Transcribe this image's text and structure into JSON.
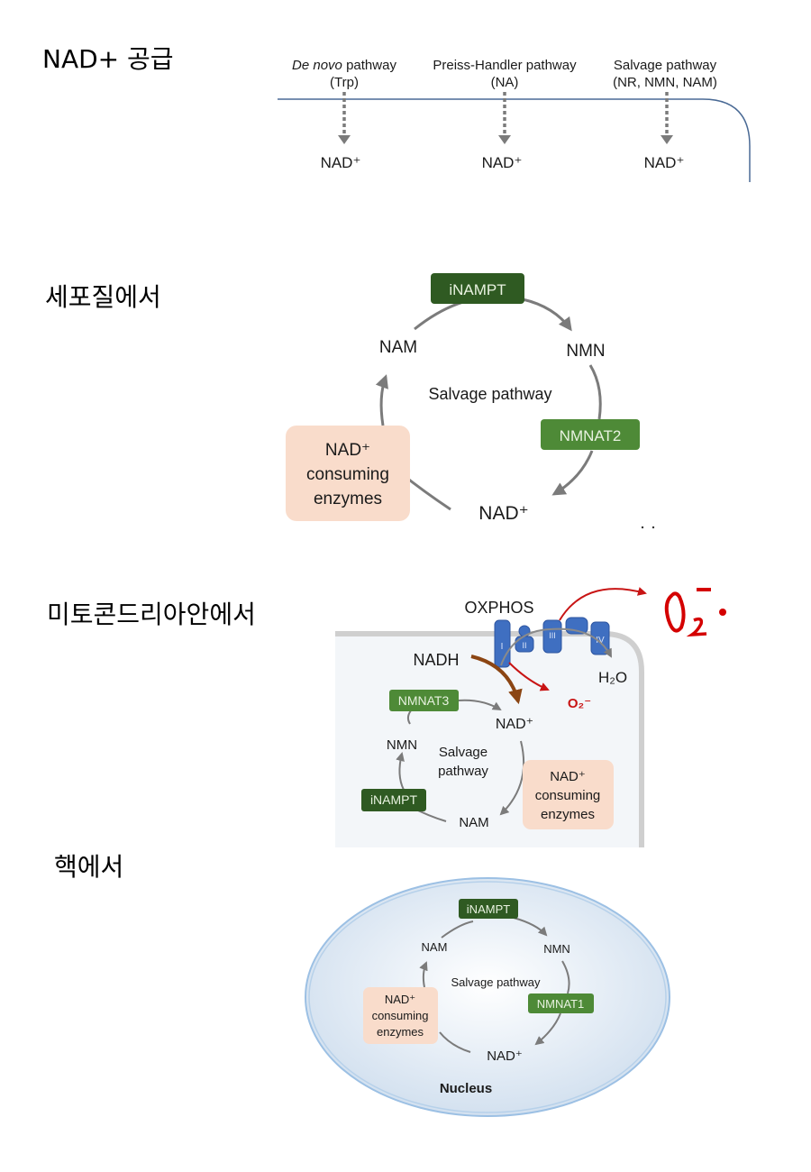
{
  "headings": {
    "supply": "NAD+ 공급",
    "cytoplasm": "세포질에서",
    "mitochondria": "미토콘드리아안에서",
    "nucleus": "핵에서"
  },
  "supply_panel": {
    "pathways": [
      {
        "name_italic": "De novo",
        "name_rest": " pathway",
        "source": "(Trp)",
        "product": "NAD⁺"
      },
      {
        "name_italic": "",
        "name_rest": "Preiss-Handler pathway",
        "source": "(NA)",
        "product": "NAD⁺"
      },
      {
        "name_italic": "",
        "name_rest": "Salvage pathway",
        "source": "(NR, NMN, NAM)",
        "product": "NAD⁺"
      }
    ],
    "colors": {
      "membrane": "#4a6a95",
      "arrow": "#7b7b7b"
    }
  },
  "cytoplasm_panel": {
    "center_label": "Salvage pathway",
    "enzyme_top": "iNAMPT",
    "enzyme_right": "NMNAT2",
    "nodes": {
      "nam": "NAM",
      "nmn": "NMN",
      "nad": "NAD⁺"
    },
    "consuming": [
      "NAD⁺",
      "consuming",
      "enzymes"
    ]
  },
  "mito_panel": {
    "oxphos_label": "OXPHOS",
    "complexes": [
      "I",
      "II",
      "III",
      "IV"
    ],
    "nadh": "NADH",
    "water": "H₂O",
    "superoxide": "O₂⁻",
    "handwritten_note": "O₂⁻•",
    "enzyme_top": "NMNAT3",
    "enzyme_bottom": "iNAMPT",
    "center_label": [
      "Salvage",
      "pathway"
    ],
    "nodes": {
      "nmn": "NMN",
      "nad": "NAD⁺",
      "nam": "NAM"
    },
    "consuming": [
      "NAD⁺",
      "consuming",
      "enzymes"
    ],
    "colors": {
      "complex": "#3f6fc1",
      "ros": "#c81414",
      "nadh_arrow": "#8b4513"
    }
  },
  "nucleus_panel": {
    "enzyme_top": "iNAMPT",
    "enzyme_right": "NMNAT1",
    "center_label": "Salvage pathway",
    "nodes": {
      "nam": "NAM",
      "nmn": "NMN",
      "nad": "NAD⁺"
    },
    "consuming": [
      "NAD⁺",
      "consuming",
      "enzymes"
    ],
    "compartment_label": "Nucleus",
    "colors": {
      "envelope": "#9cc0e4",
      "fill": "#e6eef6"
    }
  }
}
